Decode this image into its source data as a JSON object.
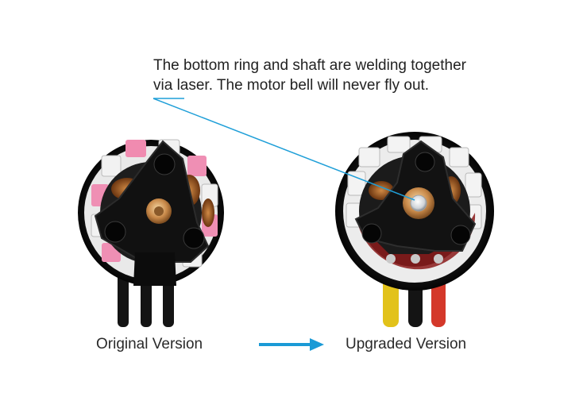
{
  "annotation": {
    "line1": "The bottom ring and shaft are welding together",
    "line2": "via laser. The motor bell will never fly out."
  },
  "labels": {
    "original": "Original Version",
    "upgraded": "Upgraded Version"
  },
  "colors": {
    "accent_line": "#1f9fd8",
    "arrow": "#1a9ad6",
    "wire_yellow": "#e2c21a",
    "wire_red": "#d4382a",
    "wire_black": "#141414",
    "coil_copper": "#b5651d",
    "magnet_pink": "#ef8fb4"
  },
  "icons": {
    "arrow": "right-arrow-icon"
  }
}
